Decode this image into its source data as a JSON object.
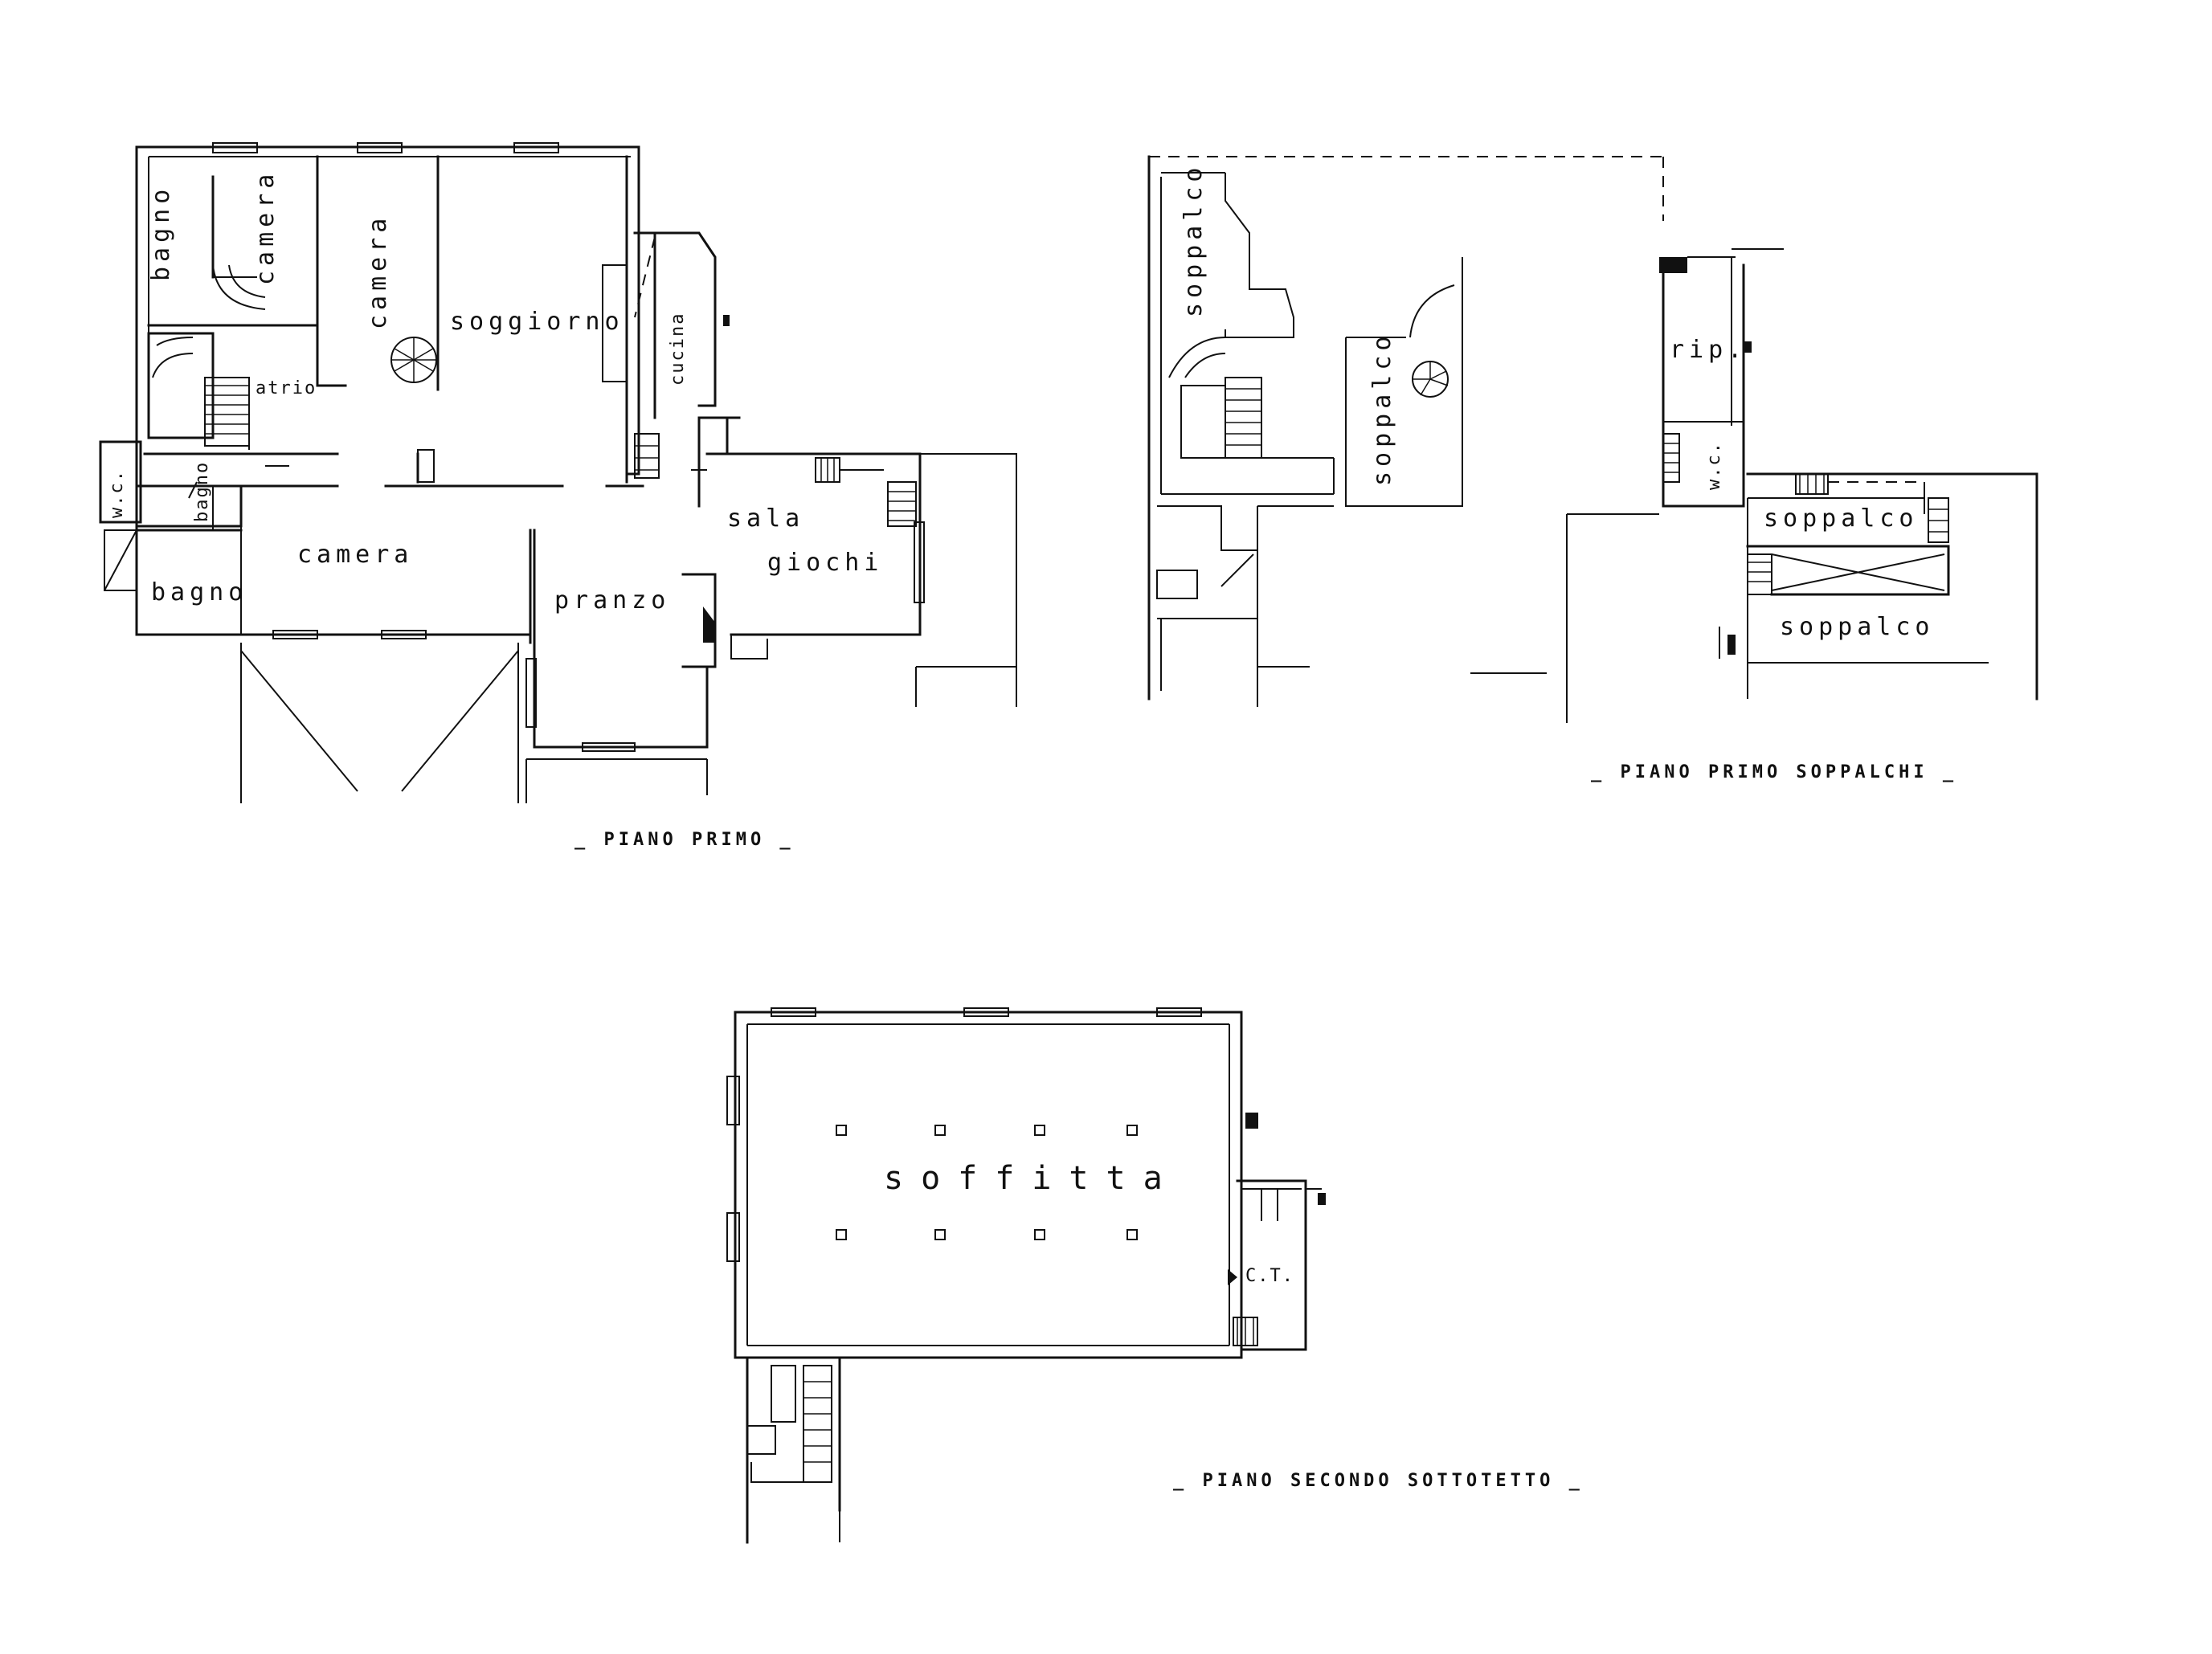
{
  "titles": {
    "first_floor": "_ PIANO PRIMO _",
    "first_floor_mezzanines": "_ PIANO PRIMO SOPPALCHI _",
    "second_floor_attic": "_ PIANO SECONDO SOTTOTETTO _"
  },
  "rooms_first_floor": {
    "bagno_1": "bagno",
    "camera_1": "camera",
    "camera_2": "camera",
    "soggiorno": "soggiorno",
    "cucina": "cucina",
    "atrio": "atrio",
    "wc": "w.c.",
    "bagno_2": "bagno",
    "bagno_3": "bagno",
    "camera_3": "camera",
    "pranzo": "pranzo",
    "sala": "sala",
    "giochi": "giochi"
  },
  "rooms_mezzanine": {
    "soppalco_1": "soppalco",
    "soppalco_2": "soppalco",
    "rip": "rip.",
    "wc": "w.c.",
    "soppalco_3": "soppalco",
    "soppalco_4": "soppalco"
  },
  "rooms_attic": {
    "soffitta": "soffitta",
    "ct": "C.T."
  }
}
